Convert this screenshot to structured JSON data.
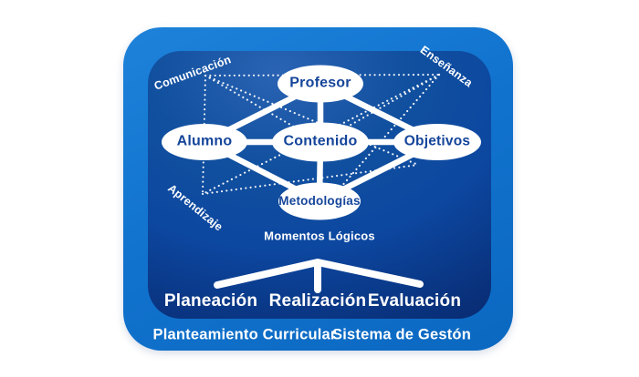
{
  "colors": {
    "outer_panel_blue_top": "#1e82da",
    "outer_panel_blue_bottom": "#0b68c1",
    "inner_panel_blue_light": "#2a63b3",
    "inner_panel_blue": "#0c47a0",
    "inner_panel_blue_dark": "#092b6e",
    "node_fill": "#ffffff",
    "node_text": "#15459a",
    "connector_white": "#ffffff"
  },
  "nodes": {
    "profesor": {
      "label": "Profesor"
    },
    "alumno": {
      "label": "Alumno"
    },
    "contenido": {
      "label": "Contenido"
    },
    "objetivos": {
      "label": "Objetivos"
    },
    "metodologias": {
      "label": "Metodologías"
    }
  },
  "process_labels": {
    "comunicacion": "Comunicación",
    "ensenanza": "Enseñanza",
    "aprendizaje": "Aprendizaje"
  },
  "caption": "Momentos Lógicos",
  "phases": {
    "planeacion": "Planeación",
    "realizacion": "Realización",
    "evaluacion": "Evaluación"
  },
  "footer": {
    "left": "Planteamiento Curricular",
    "right": "Sistema de Gestón"
  },
  "structure": {
    "solid_edges": [
      [
        "profesor",
        "alumno"
      ],
      [
        "profesor",
        "objetivos"
      ],
      [
        "profesor",
        "contenido"
      ],
      [
        "alumno",
        "contenido"
      ],
      [
        "contenido",
        "objetivos"
      ],
      [
        "alumno",
        "metodologias"
      ],
      [
        "contenido",
        "metodologias"
      ],
      [
        "objetivos",
        "metodologias"
      ]
    ],
    "dotted_edges": [
      [
        "comunicacion",
        "ensenanza"
      ],
      [
        "comunicacion",
        "aprendizaje"
      ],
      [
        "comunicacion",
        "contenido"
      ],
      [
        "ensenanza",
        "contenido"
      ],
      [
        "ensenanza",
        "aprendizaje"
      ],
      [
        "comunicacion",
        "objetivos"
      ],
      [
        "ensenanza",
        "metodologias"
      ],
      [
        "aprendizaje",
        "objetivos"
      ]
    ]
  }
}
